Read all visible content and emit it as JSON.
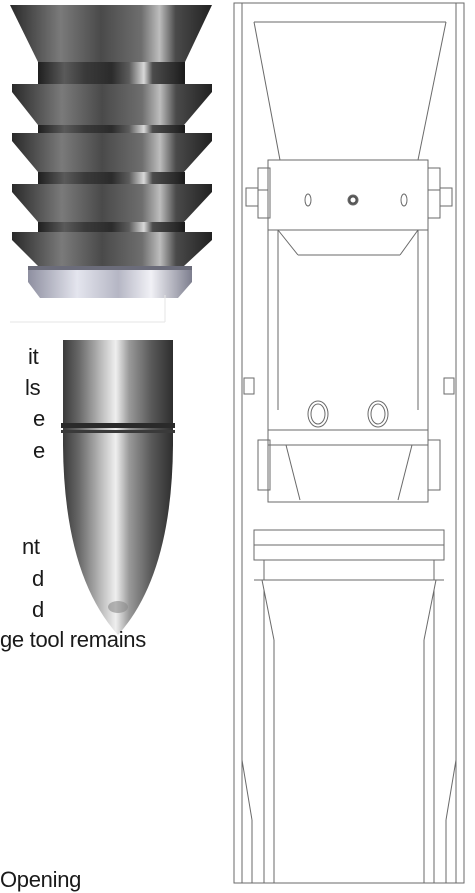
{
  "text_fragments": {
    "line1": "it",
    "line2": "ls",
    "line3": "e",
    "line4": "e",
    "line5": "nt",
    "line6": "d",
    "line7": "d",
    "line8": "ge tool remains",
    "line9": "Opening"
  },
  "parts": {
    "plug": "stacked-cone-plug",
    "dart": "bullet-dart",
    "tool": "stage-tool-cross-section"
  }
}
